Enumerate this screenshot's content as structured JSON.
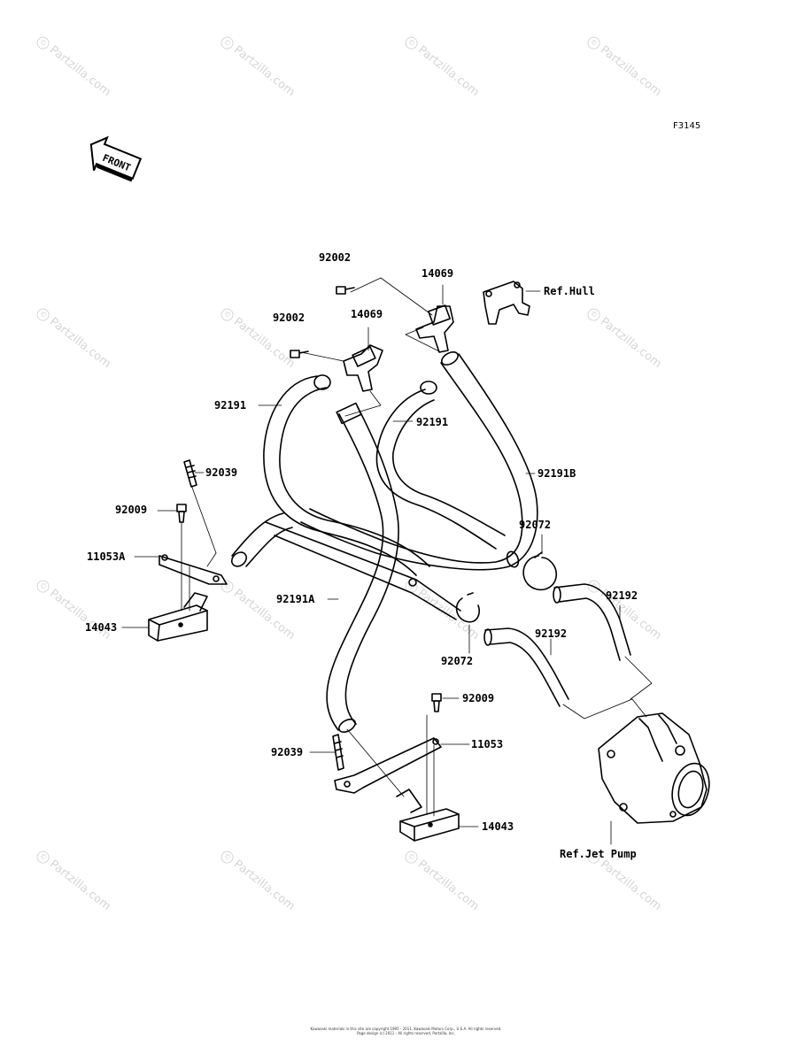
{
  "figure_code": "F3145",
  "front_label": "FRONT",
  "watermark_text": "Partzilla.com",
  "watermark_symbol": "©",
  "labels": [
    {
      "id": "92002-a",
      "text": "92002"
    },
    {
      "id": "14069-a",
      "text": "14069"
    },
    {
      "id": "ref-hull",
      "text": "Ref.Hull"
    },
    {
      "id": "92002-b",
      "text": "92002"
    },
    {
      "id": "14069-b",
      "text": "14069"
    },
    {
      "id": "92191-a",
      "text": "92191"
    },
    {
      "id": "92191-b",
      "text": "92191"
    },
    {
      "id": "92191B",
      "text": "92191B"
    },
    {
      "id": "92039-a",
      "text": "92039"
    },
    {
      "id": "92009-a",
      "text": "92009"
    },
    {
      "id": "92072-a",
      "text": "92072"
    },
    {
      "id": "11053A",
      "text": "11053A"
    },
    {
      "id": "92191A",
      "text": "92191A"
    },
    {
      "id": "92192-a",
      "text": "92192"
    },
    {
      "id": "14043-a",
      "text": "14043"
    },
    {
      "id": "92072-b",
      "text": "92072"
    },
    {
      "id": "92192-b",
      "text": "92192"
    },
    {
      "id": "92009-b",
      "text": "92009"
    },
    {
      "id": "11053",
      "text": "11053"
    },
    {
      "id": "92039-b",
      "text": "92039"
    },
    {
      "id": "14043-b",
      "text": "14043"
    },
    {
      "id": "ref-jet-pump",
      "text": "Ref.Jet Pump"
    }
  ],
  "copyright_lines": [
    "Kawasaki materials in this site are copyright 1995 - 2011, Kawasaki Motors Corp., U.S.A. All rights reserved.",
    "Page design (c) 2011 - All rights reserved, Partzilla, Inc."
  ]
}
